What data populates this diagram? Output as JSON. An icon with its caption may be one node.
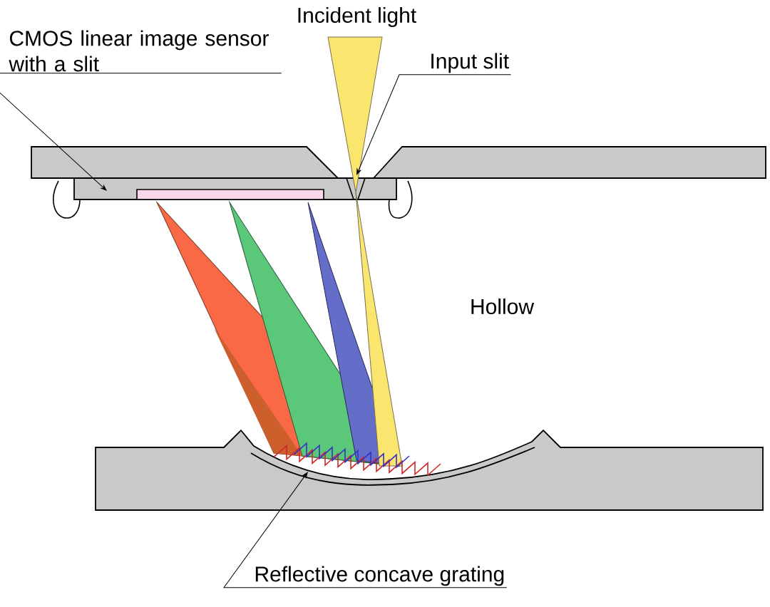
{
  "diagram": {
    "nodes": [
      {
        "text": [
          "CMOS linear image sensor with a slit"
        ]
      },
      {
        "text": [
          "Input slit"
        ]
      },
      {
        "text": [
          "Reflective concave grating"
        ]
      }
    ],
    "edges": [
      {
        "from": 0,
        "to": null,
        "arrow": "to"
      },
      {
        "from": 1,
        "to": null,
        "arrow": "to"
      },
      {
        "from": 2,
        "to": null,
        "arrow": "to"
      }
    ],
    "labels": [
      "Incident light",
      "Hollow"
    ]
  }
}
